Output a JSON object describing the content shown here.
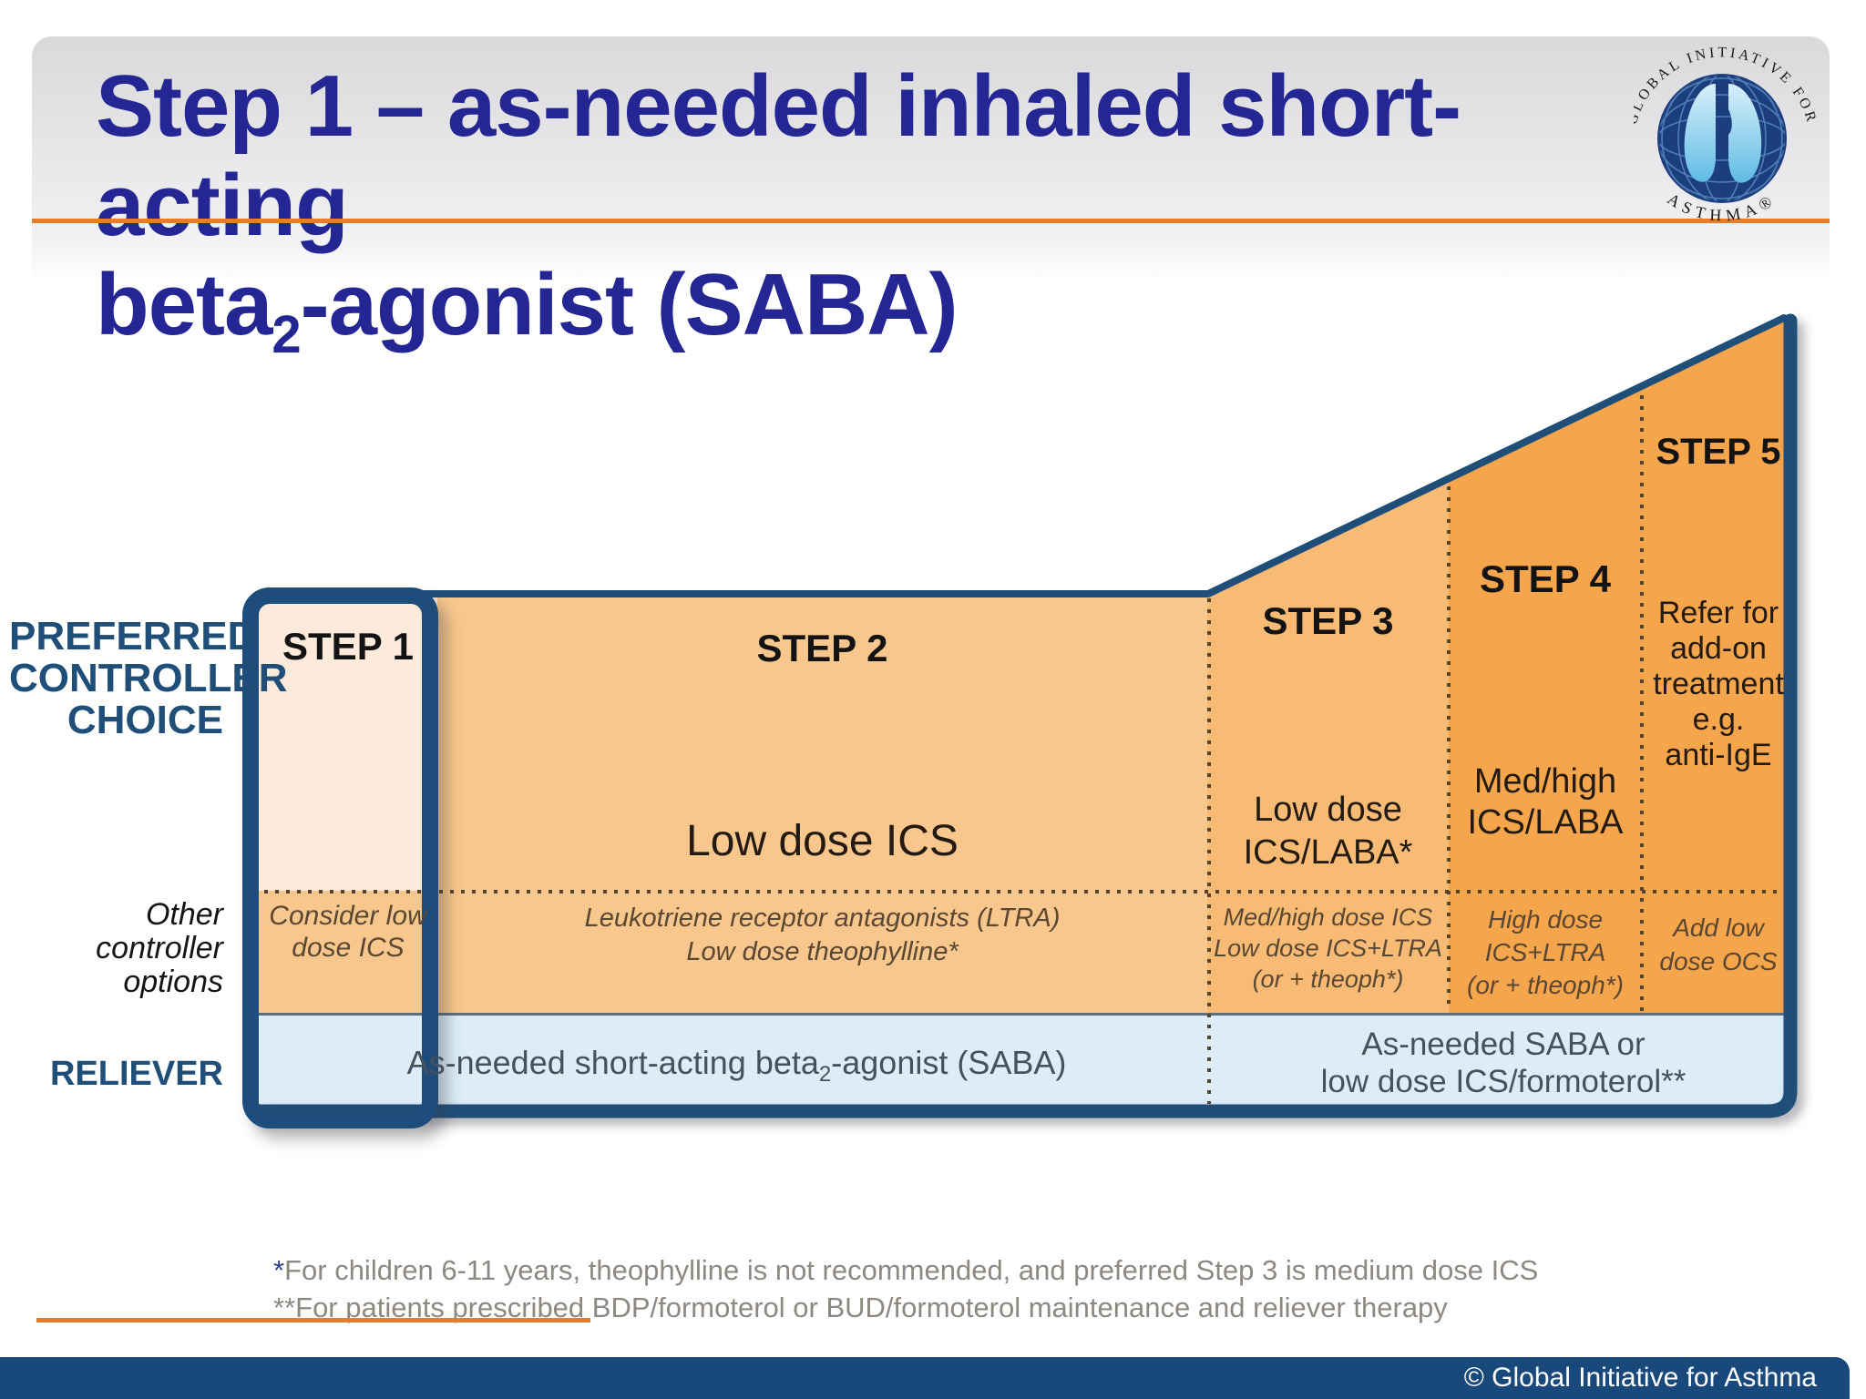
{
  "header": {
    "title_line1": "Step 1 – as-needed inhaled short-acting",
    "title2_pre": "beta",
    "title2_sub": "2",
    "title2_post": "-agonist (SABA)"
  },
  "logo": {
    "arc_text": "GLOBAL INITIATIVE FOR",
    "bottom_text": "ASTHMA®"
  },
  "labels": {
    "preferred": [
      "PREFERRED",
      "CONTROLLER",
      "CHOICE"
    ],
    "other": [
      "Other",
      "controller",
      "options"
    ],
    "reliever": "RELIEVER"
  },
  "steps": {
    "s1": {
      "label": "STEP 1",
      "other": [
        "Consider low",
        "dose ICS"
      ]
    },
    "s2": {
      "label": "STEP 2",
      "preferred": "Low dose ICS",
      "other": [
        "Leukotriene receptor antagonists (LTRA)",
        "Low dose theophylline*"
      ]
    },
    "s3": {
      "label": "STEP 3",
      "preferred": [
        "Low dose",
        "ICS/LABA*"
      ],
      "other": [
        "Med/high dose ICS",
        "Low dose ICS+LTRA",
        "(or + theoph*)"
      ]
    },
    "s4": {
      "label": "STEP 4",
      "preferred": [
        "Med/high",
        "ICS/LABA"
      ],
      "other": [
        "High dose",
        "ICS+LTRA",
        "(or + theoph*)"
      ]
    },
    "s5": {
      "label": "STEP 5",
      "preferred": [
        "Refer for",
        "add-on",
        "treatment",
        "e.g.",
        "anti-IgE"
      ],
      "other": [
        "Add low",
        "dose OCS"
      ]
    }
  },
  "reliever": {
    "left_pre": "As-needed short-acting beta",
    "left_sub": "2",
    "left_post": "-agonist (SABA)",
    "right": [
      "As-needed SABA or",
      "low dose ICS/formoterol**"
    ]
  },
  "footnotes": {
    "star": "*",
    "line1": "For children 6-11 years, theophylline  is not recommended, and preferred Step 3 is medium dose ICS",
    "line2": "**For patients prescribed BDP/formoterol or BUD/formoterol maintenance and reliever therapy"
  },
  "footer": {
    "copyright": "© Global Initiative for Asthma"
  },
  "colors": {
    "navy": "#1F4E79",
    "title_blue": "#232693",
    "orange_rule": "#E87E2C",
    "cream": "#FCEBDA",
    "light_orange": "#F8C78D",
    "mid_orange": "#F7BB75",
    "dark_orange": "#F5A54B",
    "reliever_blue": "#DCEDF9",
    "footer_navy": "#19497A"
  }
}
